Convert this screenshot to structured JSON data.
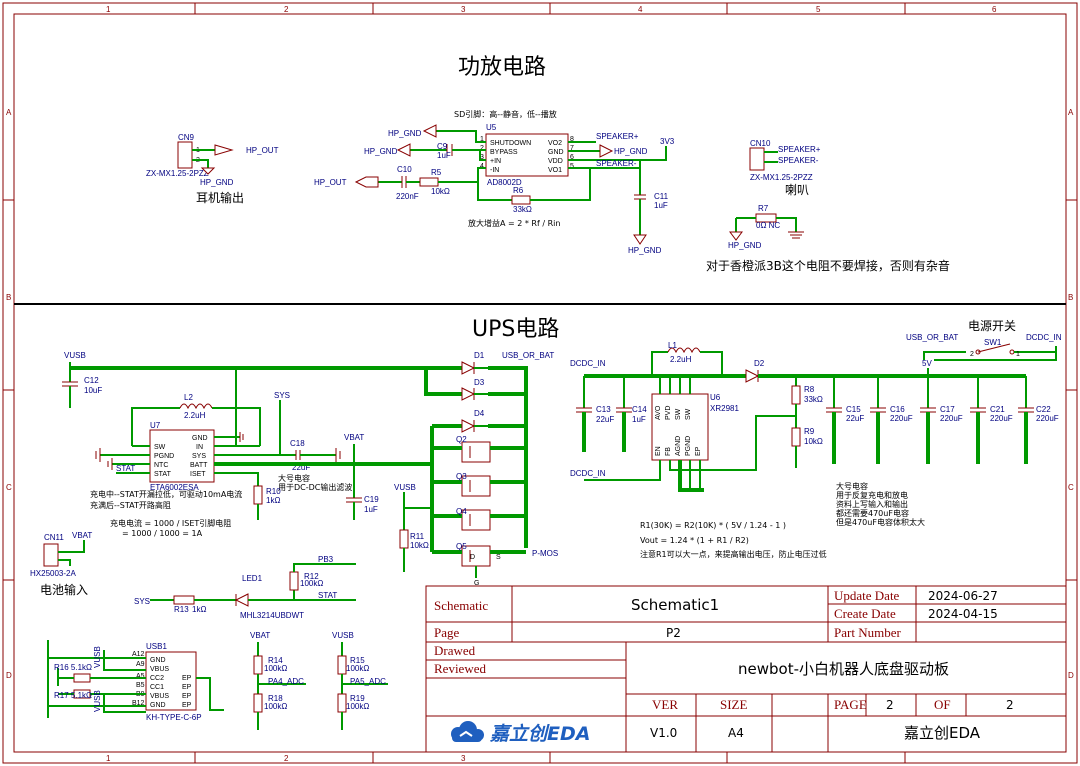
{
  "frame": {
    "columns": [
      "1",
      "2",
      "3",
      "4",
      "5",
      "6"
    ],
    "rows": [
      "A",
      "B",
      "C",
      "D"
    ]
  },
  "amp": {
    "title": "功放电路",
    "cn9": {
      "ref": "CN9",
      "value": "ZX-MX1.25-2PZZ",
      "pin1": "1",
      "pin2": "2",
      "net_out": "HP_OUT",
      "net_gnd": "HP_GND",
      "caption": "耳机输出"
    },
    "sd_note": "SD引脚：高--静音，低--播放",
    "u5": {
      "ref": "U5",
      "part": "AD8002D",
      "pins_left": [
        "SHUTDOWN",
        "BYPASS",
        "+IN",
        "-IN"
      ],
      "pins_right": [
        "VO2",
        "GND",
        "VDD",
        "VO1"
      ],
      "num_left": [
        "1",
        "2",
        "3",
        "4"
      ],
      "num_right": [
        "8",
        "7",
        "6",
        "5"
      ]
    },
    "c9": {
      "ref": "C9",
      "value": "1uF"
    },
    "c10": {
      "ref": "C10",
      "value": "220nF"
    },
    "r5": {
      "ref": "R5",
      "value": "10kΩ"
    },
    "r6": {
      "ref": "R6",
      "value": "33kΩ"
    },
    "c11": {
      "ref": "C11",
      "value": "1uF"
    },
    "gain_note": "放大增益A = 2 * Rf / Rin",
    "nets": {
      "hp_gnd": "HP_GND",
      "hp_out": "HP_OUT",
      "spk_p": "SPEAKER+",
      "spk_n": "SPEAKER-",
      "v3v3": "3V3"
    },
    "cn10": {
      "ref": "CN10",
      "value": "ZX-MX1.25-2PZZ",
      "n1": "SPEAKER+",
      "n2": "SPEAKER-",
      "caption": "喇叭"
    },
    "r7": {
      "ref": "R7",
      "value": "0Ω NC",
      "net": "HP_GND"
    },
    "r7_note": "对于香橙派3B这个电阻不要焊接，否则有杂音"
  },
  "ups": {
    "title": "UPS电路",
    "nets": {
      "vusb": "VUSB",
      "usb_or_bat": "USB_OR_BAT",
      "sys": "SYS",
      "vbat": "VBAT",
      "stat": "STAT",
      "dcdc_in": "DCDC_IN",
      "v5": "5V",
      "pb3": "PB3",
      "pa4": "PA4_ADC",
      "pa5": "PA5_ADC",
      "pmos": "P-MOS"
    },
    "c12": {
      "ref": "C12",
      "value": "10uF"
    },
    "l2": {
      "ref": "L2",
      "value": "2.2uH"
    },
    "u7": {
      "ref": "U7",
      "part": "ETA6002ESA",
      "pins_left": [
        "SW",
        "PGND",
        "NTC",
        "STAT"
      ],
      "pins_right": [
        "GND",
        "IN",
        "SYS",
        "BATT",
        "ISET"
      ]
    },
    "c18": {
      "ref": "C18",
      "value": "22uF",
      "note1": "大号电容",
      "note2": "用于DC-DC输出滤波"
    },
    "c19": {
      "ref": "C19",
      "value": "1uF"
    },
    "r10": {
      "ref": "R10",
      "value": "1kΩ"
    },
    "r11": {
      "ref": "R11",
      "value": "10kΩ"
    },
    "charge_note1": "充电中--STAT开漏拉低，可驱动10mA电流",
    "charge_note2": "充满后--STAT开路高阻",
    "iset_note1": "充电电流 = 1000 / ISET引脚电阻",
    "iset_note2": "= 1000 / 1000 = 1A",
    "cn11": {
      "ref": "CN11",
      "value": "HX25003-2A",
      "caption": "电池输入"
    },
    "led1": {
      "ref": "LED1",
      "value": "MHL3214UBDWT"
    },
    "r13": {
      "ref": "R13",
      "value": "1kΩ"
    },
    "r12": {
      "ref": "R12",
      "value": "100kΩ"
    },
    "diodes": [
      "D1",
      "D3",
      "D4"
    ],
    "mos": [
      "Q2",
      "Q3",
      "Q4",
      "Q5"
    ],
    "q5_pins": [
      "D",
      "S",
      "G"
    ],
    "l1": {
      "ref": "L1",
      "value": "2.2uH"
    },
    "d2": {
      "ref": "D2"
    },
    "u6": {
      "ref": "U6",
      "part": "XR2981",
      "pins_top": [
        "AVO",
        "PVD",
        "SW",
        "SW"
      ],
      "pins_bot": [
        "EN",
        "FB",
        "AGND",
        "PGND",
        "EP"
      ]
    },
    "c13": {
      "ref": "C13",
      "value": "22uF"
    },
    "c14": {
      "ref": "C14",
      "value": "1uF"
    },
    "r8": {
      "ref": "R8",
      "value": "33kΩ"
    },
    "r9": {
      "ref": "R9",
      "value": "10kΩ"
    },
    "caps_out": [
      {
        "ref": "C15",
        "value": "22uF"
      },
      {
        "ref": "C16",
        "value": "220uF"
      },
      {
        "ref": "C17",
        "value": "220uF"
      },
      {
        "ref": "C21",
        "value": "220uF"
      },
      {
        "ref": "C22",
        "value": "220uF"
      }
    ],
    "big_cap_note": [
      "大号电容",
      "用于反复充电和放电",
      "资料上写输入和输出",
      "都还需要470uF电容",
      "但是470uF电容体积太大"
    ],
    "fb_note": [
      "R1(30K) = R2(10K) * ( 5V / 1.24 - 1 )",
      "Vout = 1.24 * (1 + R1 / R2)",
      "注意R1可以大一点，来提高输出电压，防止电压过低"
    ],
    "sw1": {
      "ref": "SW1",
      "caption": "电源开关",
      "p2": "2",
      "p1": "1"
    },
    "usb1": {
      "ref": "USB1",
      "part": "KH-TYPE-C-6P",
      "pins": [
        "GND",
        "VBUS",
        "CC2",
        "CC1",
        "VBUS",
        "GND"
      ],
      "pin_nums": [
        "A12",
        "A9",
        "A5",
        "B5",
        "B9",
        "B12"
      ],
      "ep": [
        "EP",
        "EP",
        "EP",
        "EP"
      ],
      "r16": "R16 5.1kΩ",
      "r17": "R17 5.1kΩ"
    },
    "r14": {
      "ref": "R14",
      "value": "100kΩ"
    },
    "r18": {
      "ref": "R18",
      "value": "100kΩ"
    },
    "r15": {
      "ref": "R15",
      "value": "100kΩ"
    },
    "r19": {
      "ref": "R19",
      "value": "100kΩ"
    }
  },
  "titleblock": {
    "schematic_label": "Schematic",
    "schematic_value": "Schematic1",
    "page_label": "Page",
    "page_value": "P2",
    "update_label": "Update Date",
    "update_value": "2024-06-27",
    "create_label": "Create Date",
    "create_value": "2024-04-15",
    "partnum_label": "Part Number",
    "drawed_label": "Drawed",
    "reviewed_label": "Reviewed",
    "project": "newbot-小白机器人底盘驱动板",
    "ver_label": "VER",
    "ver_value": "V1.0",
    "size_label": "SIZE",
    "size_value": "A4",
    "pg_label": "PAGE",
    "pg_value": "2",
    "of_label": "OF",
    "of_value": "2",
    "company": "嘉立创EDA",
    "logo_text": "嘉立创EDA"
  },
  "colors": {
    "frame": "#880000",
    "wire": "#009900",
    "net": "#000080",
    "logo": "#1f5fbf"
  }
}
